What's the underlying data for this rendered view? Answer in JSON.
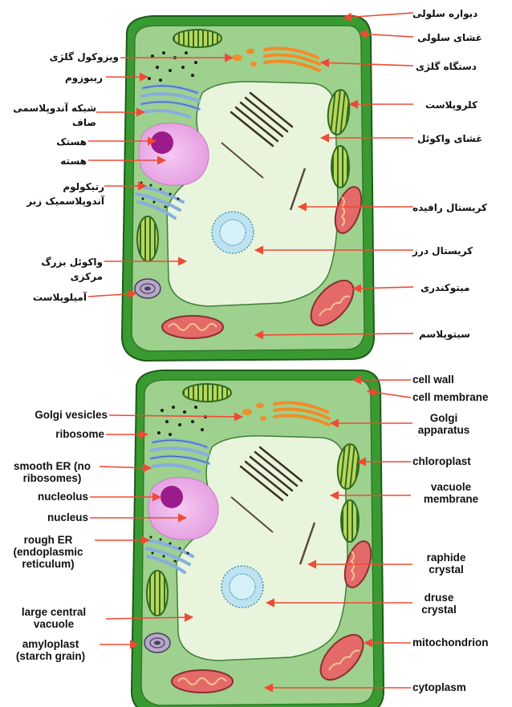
{
  "panels": [
    {
      "id": "top",
      "labels": {
        "cell_wall": "دیواره سلولی",
        "cell_membrane": "غشای سلولی",
        "golgi_vesicles": "ویزوکول گلژی",
        "golgi_apparatus": "دستگاه گلژی",
        "ribosome": "ریبوزوم",
        "smooth_er": "شبکه آندوپلاسمی صاف",
        "chloroplast": "کلروپلاست",
        "nucleolus": "هستک",
        "nucleus": "هسته",
        "vacuole_membrane": "غشای واکوئل",
        "rough_er": "رتیکولوم آندوپلاسمیک زبر",
        "raphide_crystal": "کریستال رافیده",
        "druse_crystal": "کریستال درز",
        "large_central_vacuole": "واکوئل بزرگ مرکزی",
        "mitochondrion": "میتوکندری",
        "amyloplast": "آمیلوپلاست",
        "cytoplasm": "سیتوپلاسم"
      }
    },
    {
      "id": "bottom",
      "labels": {
        "cell_wall": "cell wall",
        "cell_membrane": "cell membrane",
        "golgi_vesicles": "Golgi vesicles",
        "golgi_apparatus": "Golgi apparatus",
        "ribosome": "ribosome",
        "smooth_er": "smooth ER (no ribosomes)",
        "chloroplast": "chloroplast",
        "nucleolus": "nucleolus",
        "vacuole_membrane": "vacuole membrane",
        "nucleus": "nucleus",
        "rough_er": "rough ER (endoplasmic reticulum)",
        "raphide_crystal": "raphide crystal",
        "druse_crystal": "druse crystal",
        "large_central_vacuole": "large central vacuole",
        "amyloplast": "amyloplast (starch grain)",
        "mitochondrion": "mitochondrion",
        "cytoplasm": "cytoplasm"
      }
    }
  ],
  "colors": {
    "cell_wall": "#3a9a32",
    "cytoplasm": "#9ed08e",
    "vacuole": "#e8f5dc",
    "nucleus": "#e9a6e6",
    "nucleolus": "#9b1b8a",
    "golgi": "#f28c28",
    "er": "#86aee0",
    "mitochondrion": "#e46a6a",
    "arrow": "#ef4a34"
  }
}
